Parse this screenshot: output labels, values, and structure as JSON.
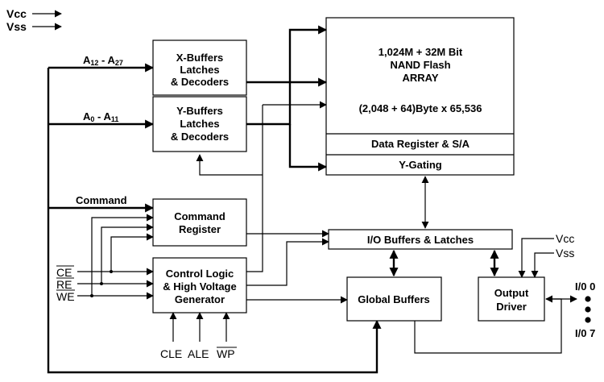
{
  "power_legend": {
    "vcc": "Vcc",
    "vss": "Vss"
  },
  "address_high": {
    "a": "A",
    "from": "12",
    "sep": " - A",
    "to": "27"
  },
  "address_low": {
    "a": "A",
    "from": "0",
    "sep": " - A",
    "to": "11"
  },
  "command_input": "Command",
  "x_buffers": [
    "X-Buffers",
    "Latches",
    "& Decoders"
  ],
  "y_buffers": [
    "Y-Buffers",
    "Latches",
    "& Decoders"
  ],
  "flash_array": [
    "1,024M + 32M Bit",
    "NAND Flash",
    "ARRAY"
  ],
  "array_size": "(2,048 + 64)Byte x 65,536",
  "data_register": "Data Register & S/A",
  "y_gating": "Y-Gating",
  "command_register": [
    "Command",
    "Register"
  ],
  "control_logic": [
    "Control Logic",
    "& High Voltage",
    "Generator"
  ],
  "io_buffers": "I/O Buffers & Latches",
  "global_buffers": "Global Buffers",
  "output_driver": [
    "Output",
    "Driver"
  ],
  "control_pins": {
    "ce": "CE",
    "re": "RE",
    "we": "WE"
  },
  "bottom_pins": {
    "cle": "CLE",
    "ale": "ALE",
    "wp": "WP"
  },
  "output_power": {
    "vcc": "Vcc",
    "vss": "Vss"
  },
  "io_pins": {
    "top": "I/0 0",
    "bottom": "I/0 7"
  }
}
